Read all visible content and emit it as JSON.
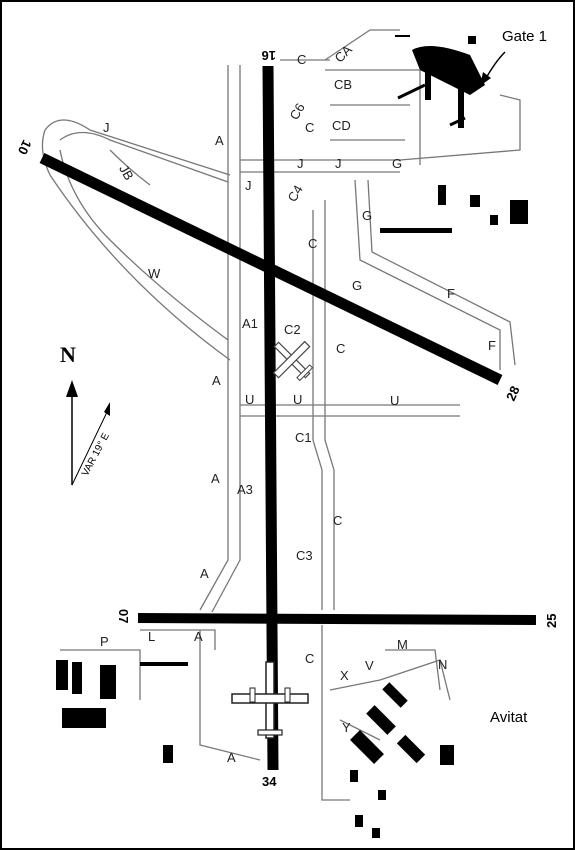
{
  "airport": {
    "gate_label": "Gate 1",
    "fbo_label": "Avitat",
    "north_label": "N",
    "variation_label": "VAR 19° E"
  },
  "runways": {
    "r16": "16",
    "r34": "34",
    "r10": "10",
    "r28": "28",
    "r07": "07",
    "r25": "25"
  },
  "taxiways": {
    "A": "A",
    "A1": "A1",
    "A3": "A3",
    "C": "C",
    "C1": "C1",
    "C2": "C2",
    "C3": "C3",
    "C4": "C4",
    "C6": "C6",
    "CA": "CA",
    "CB": "CB",
    "CD": "CD",
    "J": "J",
    "JB": "JB",
    "G": "G",
    "F": "F",
    "W": "W",
    "U": "U",
    "L": "L",
    "P": "P",
    "M": "M",
    "N": "N",
    "V": "V",
    "X": "X",
    "Y": "Y"
  },
  "colors": {
    "runway": "#000000",
    "taxiway": "#777777",
    "background": "#ffffff"
  }
}
